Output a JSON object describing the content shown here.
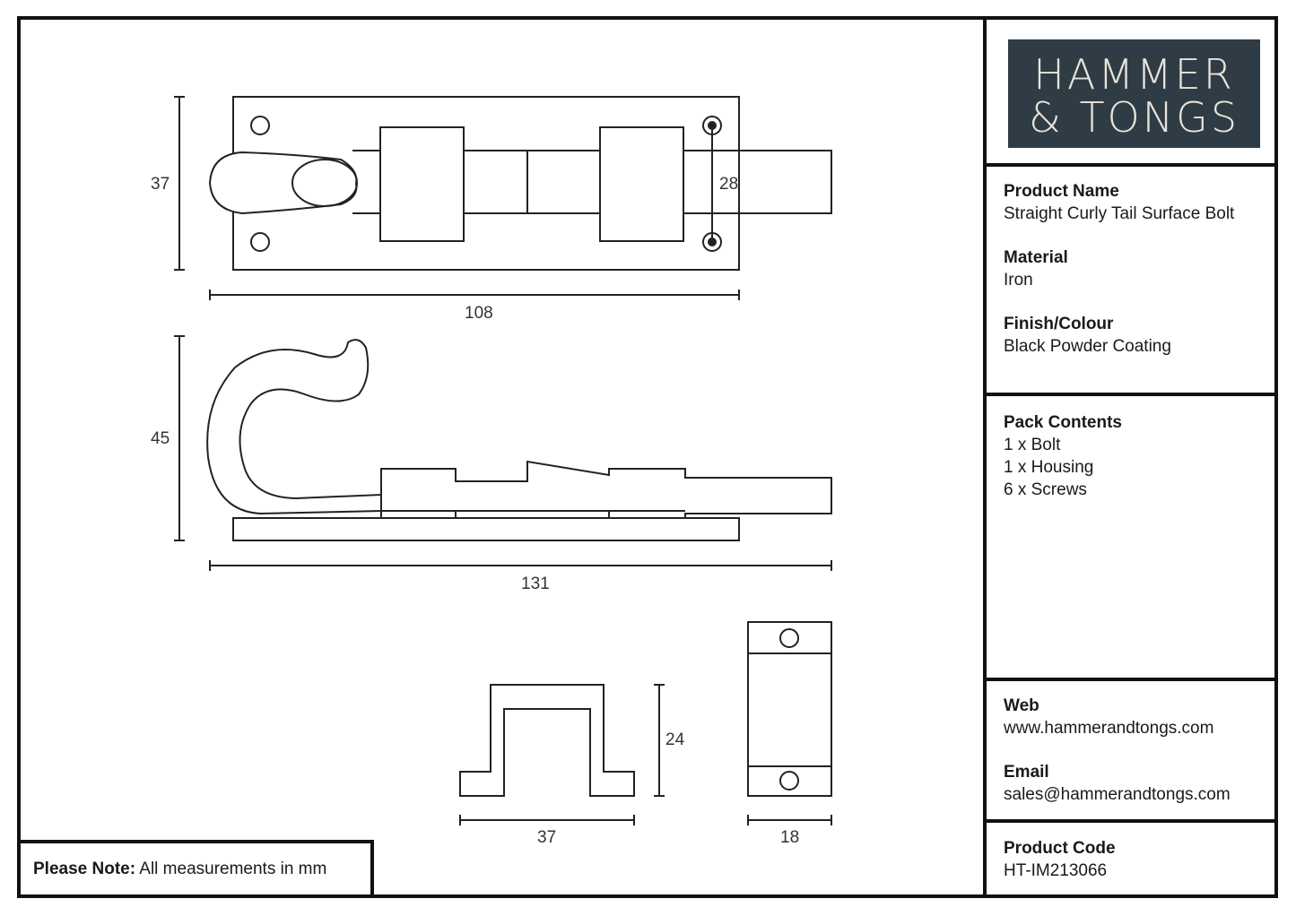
{
  "brand": {
    "line1": "HAMMER",
    "line2": "& TONGS",
    "bg_color": "#2f3c45",
    "text_color": "#e9e4da"
  },
  "product_name": {
    "label": "Product Name",
    "value": "Straight Curly Tail Surface Bolt"
  },
  "material": {
    "label": "Material",
    "value": "Iron"
  },
  "finish": {
    "label": "Finish/Colour",
    "value": "Black Powder Coating"
  },
  "pack": {
    "label": "Pack Contents",
    "items": [
      "1 x Bolt",
      "1 x Housing",
      "6 x Screws"
    ]
  },
  "web": {
    "label": "Web",
    "value": "www.hammerandtongs.com"
  },
  "email": {
    "label": "Email",
    "value": "sales@hammerandtongs.com"
  },
  "code": {
    "label": "Product Code",
    "value": "HT-IM213066"
  },
  "note": {
    "label": "Please Note:",
    "text": "All measurements in mm"
  },
  "dimensions": {
    "top_height": "37",
    "hole_spacing": "28",
    "plate_width": "108",
    "side_height": "45",
    "total_length": "131",
    "keep_height": "24",
    "keep_width": "37",
    "keep_depth": "18"
  }
}
